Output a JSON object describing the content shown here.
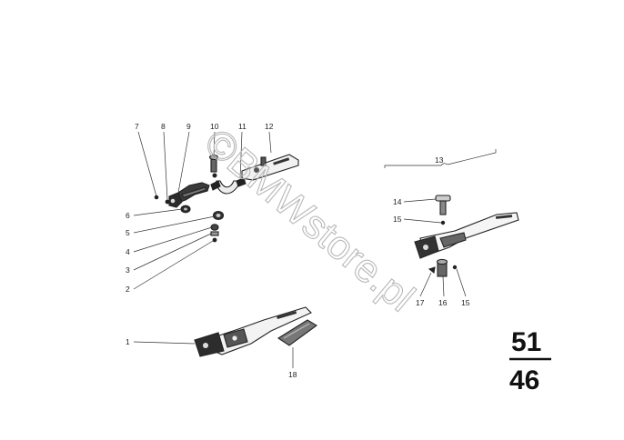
{
  "watermark": "©BMWstore.pl",
  "page_code": {
    "top": "51",
    "bottom": "46"
  },
  "callouts": [
    {
      "id": "c1",
      "label": "1"
    },
    {
      "id": "c2",
      "label": "2"
    },
    {
      "id": "c3",
      "label": "3"
    },
    {
      "id": "c4",
      "label": "4"
    },
    {
      "id": "c5",
      "label": "5"
    },
    {
      "id": "c6",
      "label": "6"
    },
    {
      "id": "c7",
      "label": "7"
    },
    {
      "id": "c8",
      "label": "8"
    },
    {
      "id": "c9",
      "label": "9"
    },
    {
      "id": "c10",
      "label": "10"
    },
    {
      "id": "c11",
      "label": "11"
    },
    {
      "id": "c12",
      "label": "12"
    },
    {
      "id": "c13",
      "label": "13"
    },
    {
      "id": "c14",
      "label": "14"
    },
    {
      "id": "c15a",
      "label": "15"
    },
    {
      "id": "c15b",
      "label": "15"
    },
    {
      "id": "c16",
      "label": "16"
    },
    {
      "id": "c17",
      "label": "17"
    },
    {
      "id": "c18",
      "label": "18"
    }
  ]
}
